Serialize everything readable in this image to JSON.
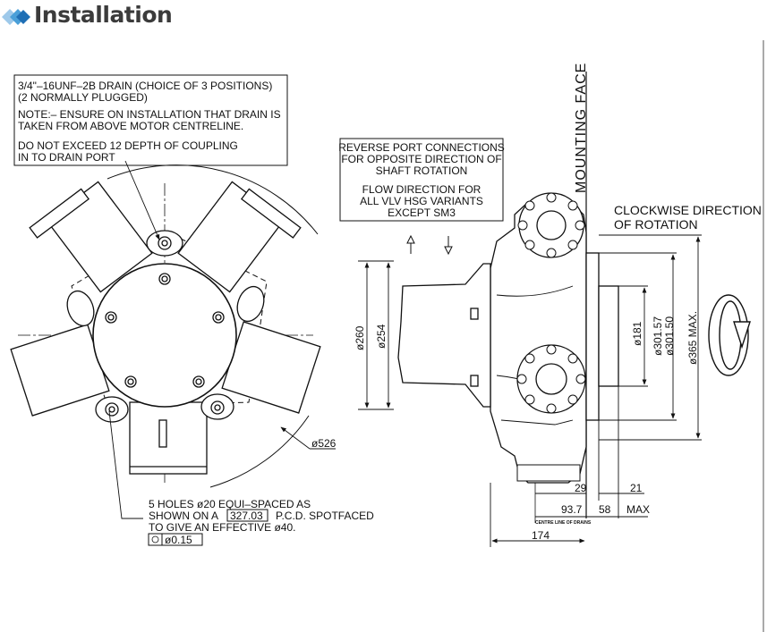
{
  "header": {
    "title": "Installation",
    "brand_colors": [
      "#1f6fb5",
      "#4a9fd8",
      "#9ec9ea"
    ]
  },
  "notes": {
    "drain_line1": "3/4\"–16UNF–2B DRAIN (CHOICE OF 3 POSITIONS)",
    "drain_line2": "(2 NORMALLY PLUGGED)",
    "note_line1": "NOTE:– ENSURE ON INSTALLATION THAT DRAIN IS",
    "note_line2": "TAKEN FROM ABOVE MOTOR CENTRELINE.",
    "depth_line1": "DO NOT EXCEED 12 DEPTH OF COUPLING",
    "depth_line2": "IN TO DRAIN PORT",
    "reverse_line1": "REVERSE PORT CONNECTIONS",
    "reverse_line2": "FOR OPPOSITE DIRECTION OF",
    "reverse_line3": "SHAFT ROTATION",
    "flow_line1": "FLOW DIRECTION FOR",
    "flow_line2": "ALL VLV HSG VARIANTS",
    "flow_line3": "EXCEPT SM3",
    "holes_line1": "5 HOLES ø20 EQUI–SPACED AS",
    "holes_line2a": "SHOWN ON A",
    "holes_pcd": "327.03",
    "holes_line2b": "P.C.D. SPOTFACED",
    "holes_line3": "TO GIVE AN EFFECTIVE ø40.",
    "tolerance": "ø0.15",
    "mounting_face": "MOUNTING FACE",
    "clockwise_line1": "CLOCKWISE DIRECTION",
    "clockwise_line2": "OF ROTATION",
    "centre_line": "CENTRE LINE OF DRAINS"
  },
  "dimensions": {
    "d526": "ø526",
    "d260": "ø260",
    "d254": "ø254",
    "d181": "ø181",
    "d301_57": "ø301.57",
    "d301_50": "ø301.50",
    "d365": "ø365 MAX.",
    "d29": "29",
    "d21": "21",
    "d93_7": "93.7",
    "d58": "58",
    "max": "MAX",
    "d174": "174"
  }
}
